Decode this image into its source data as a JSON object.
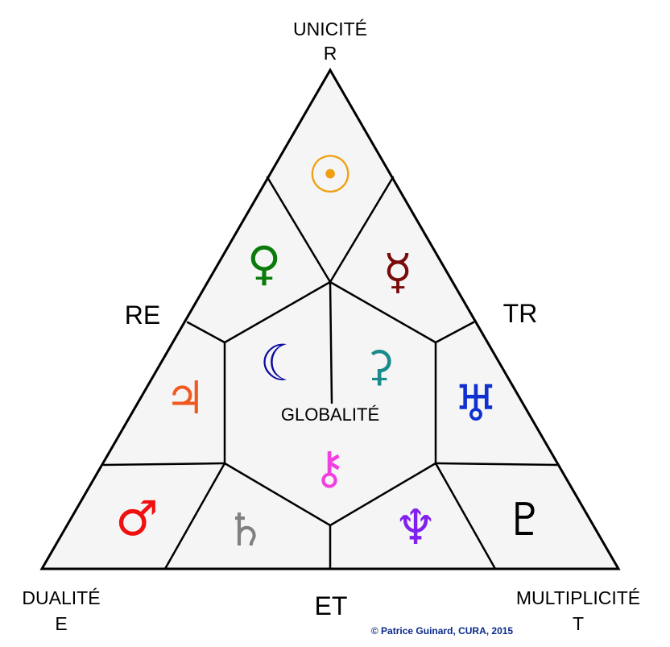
{
  "corners": {
    "top": {
      "name": "UNICITÉ",
      "letter": "R"
    },
    "bottom_left": {
      "name": "DUALITÉ",
      "letter": "E"
    },
    "bottom_right": {
      "name": "MULTIPLICITÉ",
      "letter": "T"
    }
  },
  "sides": {
    "left": "RE",
    "right": "TR",
    "bottom": "ET"
  },
  "center_label": "GLOBALITÉ",
  "copyright": "© Patrice Guinard, CURA, 2015",
  "planets": [
    {
      "id": "sun",
      "glyph": "☉",
      "icon": "sun-icon",
      "color": "#f0a010"
    },
    {
      "id": "venus",
      "glyph": "♀",
      "icon": "venus-icon",
      "color": "#0a7a0a"
    },
    {
      "id": "mercury",
      "glyph": "☿",
      "icon": "mercury-icon",
      "color": "#7a0a0a"
    },
    {
      "id": "moon",
      "glyph": "☾",
      "icon": "moon-icon",
      "color": "#0a0aa0"
    },
    {
      "id": "proserpina",
      "glyph": "⚳",
      "icon": "proserpina-icon",
      "color": "#1a8a8a"
    },
    {
      "id": "jupiter",
      "glyph": "♃",
      "icon": "jupiter-icon",
      "color": "#f05a20"
    },
    {
      "id": "uranus",
      "glyph": "♅",
      "icon": "uranus-icon",
      "color": "#1030d0"
    },
    {
      "id": "chiron",
      "glyph": "⚷",
      "icon": "chiron-icon",
      "color": "#f040e0"
    },
    {
      "id": "mars",
      "glyph": "♂",
      "icon": "mars-icon",
      "color": "#f01010"
    },
    {
      "id": "saturn",
      "glyph": "♄",
      "icon": "saturn-icon",
      "color": "#808080"
    },
    {
      "id": "neptune",
      "glyph": "♆",
      "icon": "neptune-icon",
      "color": "#8020f0"
    },
    {
      "id": "pluto",
      "glyph": "♇",
      "icon": "pluto-icon",
      "color": "#000000"
    }
  ],
  "colors": {
    "cell_fill": "#f5f5f5",
    "line": "#000000",
    "copyright": "#0a2a8a"
  }
}
